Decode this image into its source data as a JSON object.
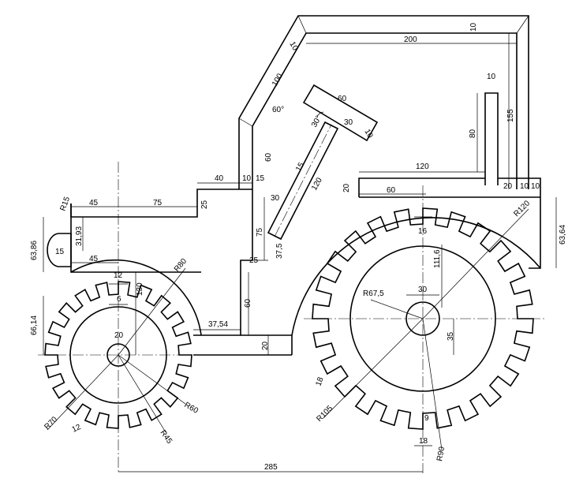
{
  "drawing": {
    "dimensions": {
      "d_10_roof_top": "10",
      "d_10_roof_left": "10",
      "d_200": "200",
      "d_100": "100",
      "d_60deg": "60°",
      "d_155": "155",
      "d_10_exhaust": "10",
      "d_80": "80",
      "d_60_seat": "60",
      "d_10_seat": "10",
      "d_30_seat": "30",
      "d_30deg": "30°",
      "d_60_pillar": "60",
      "d_15_wheelrod": "15",
      "d_120_wheelrod": "120",
      "d_120_fender": "120",
      "d_20_fender": "20",
      "d_60_fender": "60",
      "d_20_right": "20",
      "d_10_right_a": "10",
      "d_10_right_b": "10",
      "d_40": "40",
      "d_10_mid": "10",
      "d_15_mid": "15",
      "d_30_mid": "30",
      "d_r15": "R15",
      "d_45_top": "45",
      "d_75_top": "75",
      "d_25_a": "25",
      "d_r120": "R120",
      "d_63_64": "63,64",
      "d_63_86": "63,86",
      "d_31_93": "31,93",
      "d_15_lamp": "15",
      "d_45_lower": "45",
      "d_75_mid": "75",
      "d_37_5": "37,5",
      "d_16": "16",
      "d_111_6": "111,6",
      "d_r80": "R80",
      "d_12_top": "12",
      "d_130": "130",
      "d_6": "6",
      "d_25_b": "25",
      "d_30_hub": "30",
      "d_r67_5": "R67,5",
      "d_66_14": "66,14",
      "d_60_lower": "60",
      "d_37_54": "37,54",
      "d_20_hub_small": "20",
      "d_20_chassis": "20",
      "d_35": "35",
      "d_18_tooth": "18",
      "d_r60": "R60",
      "d_r70": "R70",
      "d_r105": "R105",
      "d_r45": "R45",
      "d_12_bottom": "12",
      "d_9": "9",
      "d_18_bottom": "18",
      "d_r90": "R90",
      "d_285": "285"
    }
  }
}
